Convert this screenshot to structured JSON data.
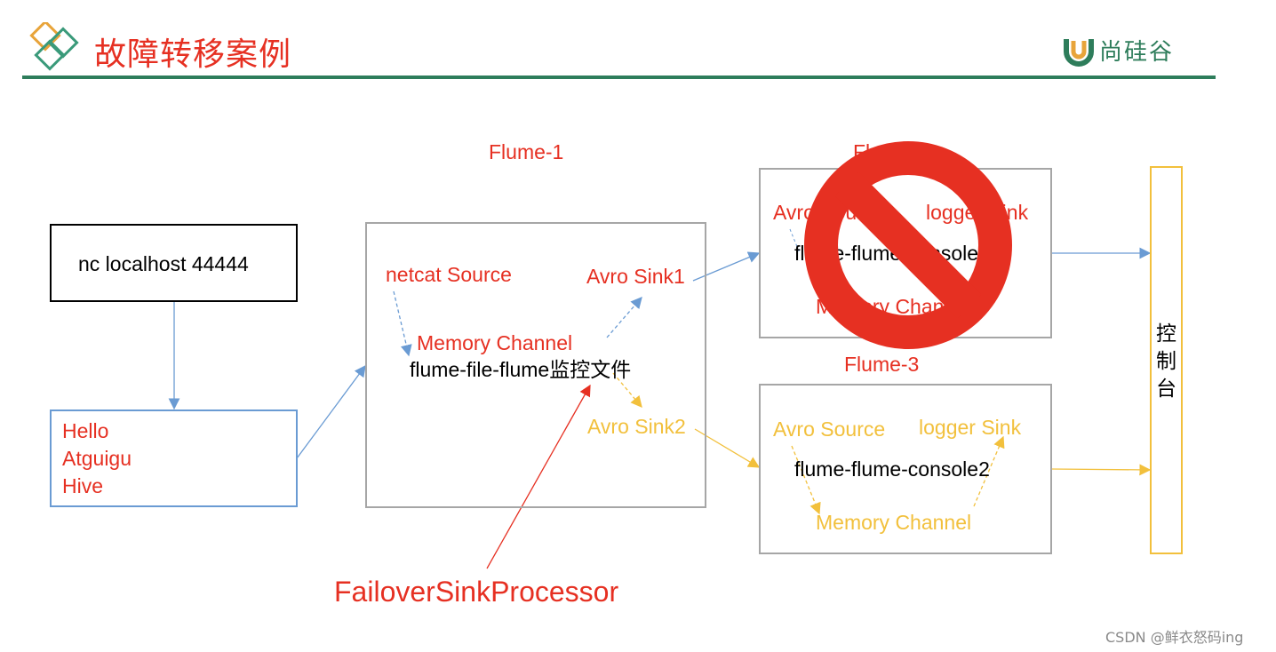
{
  "header": {
    "title": "故障转移案例",
    "brand": "尚硅谷",
    "colors": {
      "title": "#e63022",
      "rule": "#2e7d5b",
      "logo_orange": "#e8a43a",
      "logo_green": "#3a9a7a"
    }
  },
  "diagram": {
    "input_box": {
      "label": "nc localhost 44444"
    },
    "data_box": {
      "lines": [
        "Hello",
        "Atguigu",
        "Hive"
      ]
    },
    "flume1": {
      "title": "Flume-1",
      "source": "netcat Source",
      "channel": "Memory  Channel",
      "name": "flume-file-flume监控文件",
      "sink1": "Avro Sink1",
      "sink2": "Avro Sink2"
    },
    "flume2": {
      "title": "Flume-2",
      "source": "Avro Source",
      "sink": "logger Sink",
      "name": "flume-flume-console1",
      "channel": "Memory Channel",
      "status": "disabled (prohibited sign overlay)"
    },
    "flume3": {
      "title": "Flume-3",
      "source": "Avro Source",
      "sink": "logger Sink",
      "name": "flume-flume-console2",
      "channel": "Memory Channel"
    },
    "console": {
      "label": "控制台"
    },
    "processor_label": "FailoverSinkProcessor",
    "colors": {
      "active": "#e63022",
      "standby": "#f2c03c",
      "link": "#6a9bd3",
      "box_border": "#a6a6a6",
      "prohibit": "#e63022"
    }
  },
  "watermark": "CSDN @鲜衣怒码ing"
}
